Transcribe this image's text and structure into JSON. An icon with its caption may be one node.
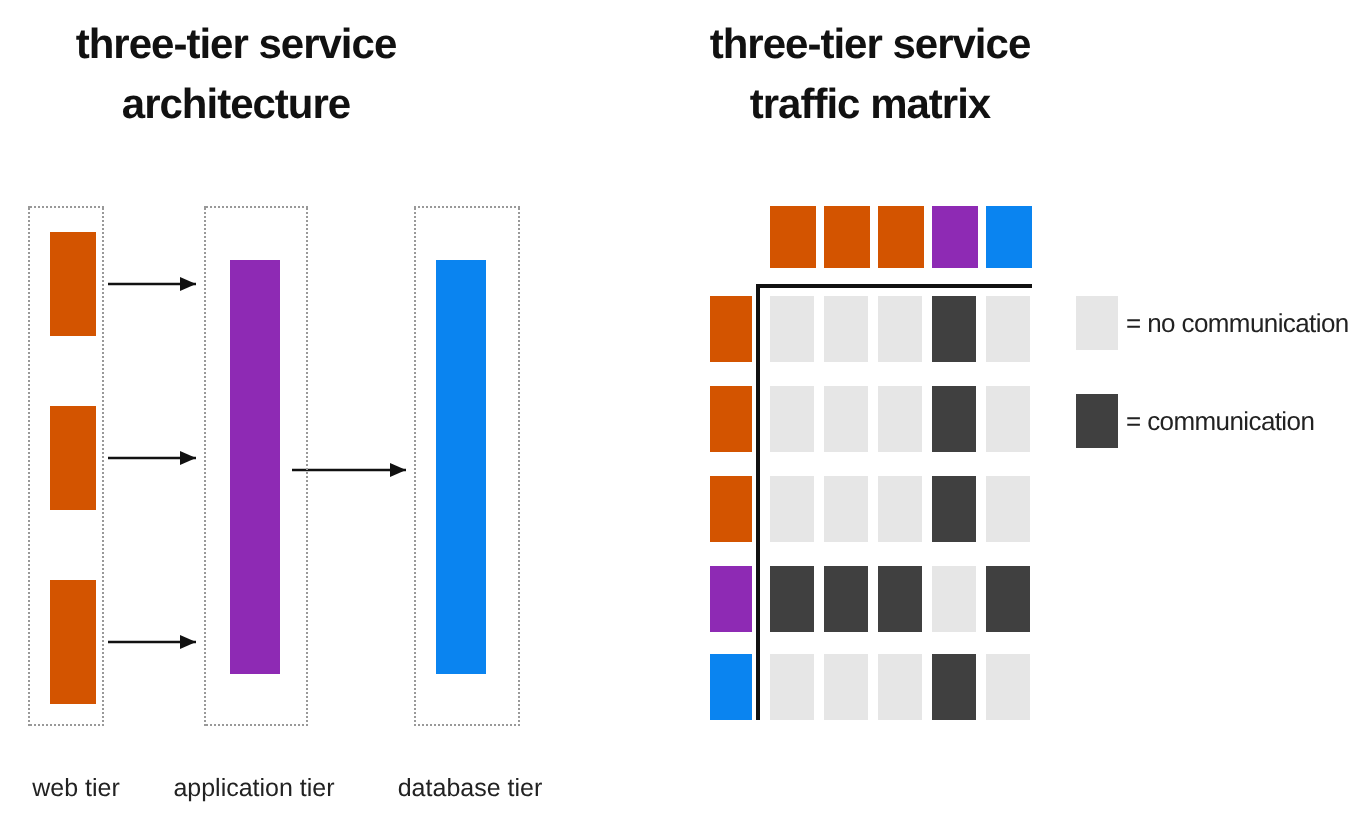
{
  "diagram": {
    "nodes": [
      {
        "text": [
          "web tier"
        ]
      },
      {
        "text": [],
        "shape": "bar",
        "in": 0
      },
      {
        "text": [],
        "shape": "bar",
        "in": 0
      },
      {
        "text": [],
        "shape": "bar",
        "in": 0
      },
      {
        "text": [
          "application tier"
        ]
      },
      {
        "text": [],
        "shape": "bar",
        "in": 4
      },
      {
        "text": [
          "database tier"
        ]
      },
      {
        "text": [],
        "shape": "bar",
        "in": 6
      }
    ],
    "edges": [
      {
        "from": 1,
        "to": 4,
        "arrow": "to"
      },
      {
        "from": 2,
        "to": 4,
        "arrow": "to"
      },
      {
        "from": 3,
        "to": 4,
        "arrow": "to"
      },
      {
        "from": 5,
        "to": 6,
        "arrow": "to"
      }
    ],
    "labels": [
      "three-tier service architecture",
      "three-tier service traffic matrix"
    ],
    "legend": [
      {
        "text": "= no communication",
        "color": "#e6e6e6"
      },
      {
        "text": "= communication",
        "color": "#404040"
      }
    ]
  }
}
